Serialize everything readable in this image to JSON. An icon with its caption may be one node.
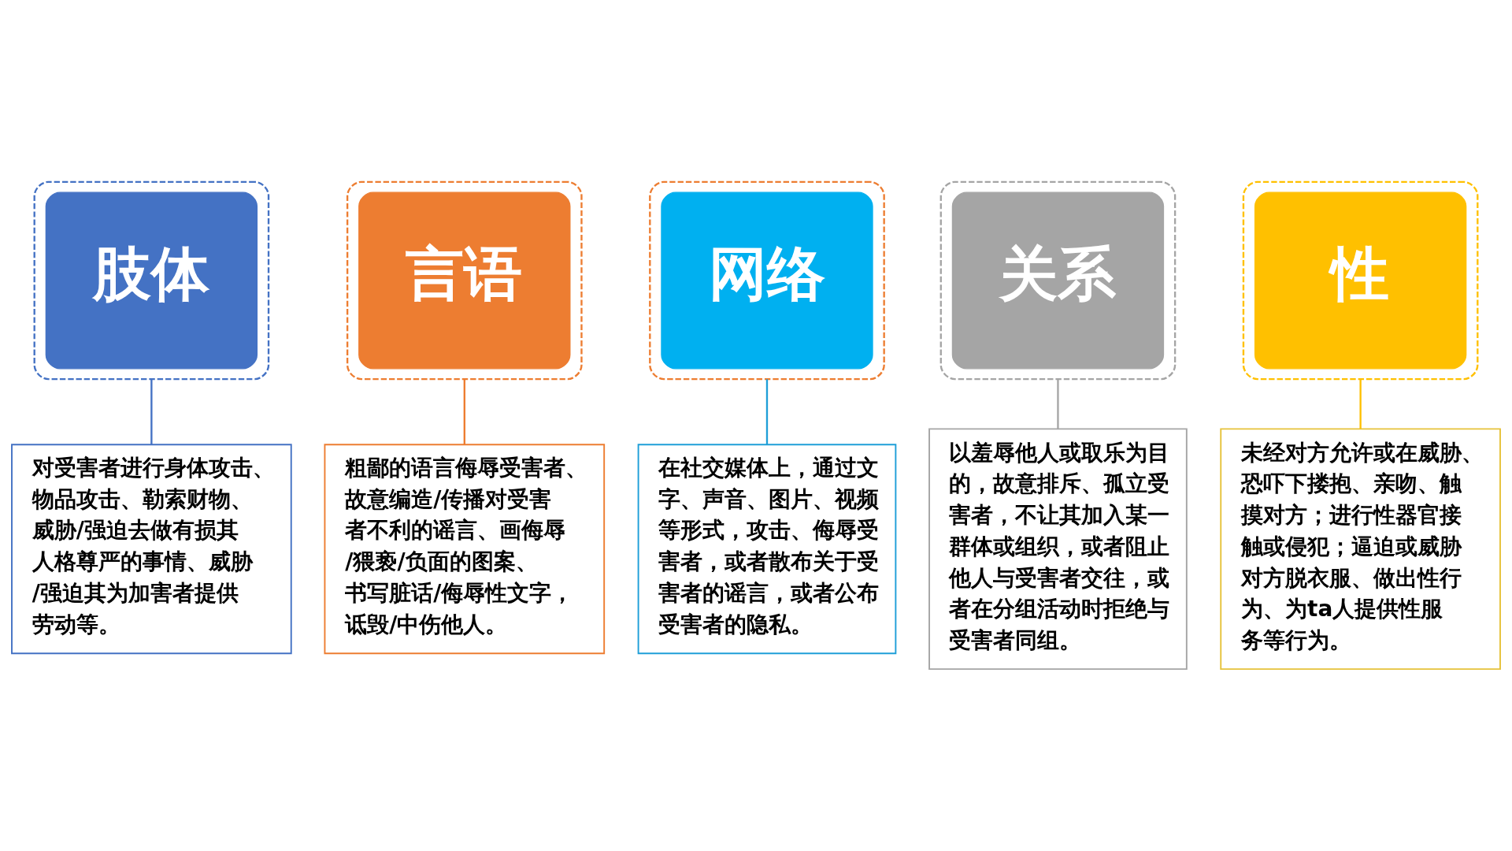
{
  "diagram": {
    "nodes": [
      {
        "text": [
          "对受害者进行身体攻击、物品攻击、勒索财物、威胁/强迫去做有损其人格尊严的事情、威胁/强迫其为加害者提供劳动等。"
        ]
      },
      {
        "text": [
          "肢体"
        ]
      },
      {
        "text": [
          "言语"
        ]
      },
      {
        "text": [
          "粗鄙的语言侮辱受害者、故意编造/传播对受害者不利的谣言、画侮辱/猥亵/负面的图案、书写脏话/侮辱性文字，诋毁/中伤他人。"
        ]
      },
      {
        "text": [
          "网络"
        ]
      },
      {
        "text": [
          "以羞辱他人或取乐为目的，故意排斥、孤立受害者，不让其加入某一群体或组织，或者阻止他人与受害者交往，或者在分组活动时拒绝与受害者同组。"
        ]
      },
      {
        "text": [
          "关系"
        ]
      },
      {
        "text": [
          "性"
        ]
      },
      {
        "text": [
          "未经对方允许或在威胁、恐吓下搂抱、亲吻、触摸对方；进行性器官接触或侵犯；逼迫或威胁对方脱衣服、做出性行为、为ta人提供性服务等行为。"
        ]
      },
      {
        "text": [
          "在社交媒体上，通过文字、声音、图片、视频等形式，攻击、侮辱受害者，或者散布关于受害者的谣言，或者公布受害者的隐私。"
        ]
      }
    ],
    "edges": [
      {
        "from": 0,
        "to": 1,
        "arrow": "none",
        "color": "#4472c4"
      },
      {
        "from": 3,
        "to": 2,
        "arrow": "none",
        "color": "#ed7d31"
      },
      {
        "from": 9,
        "to": 4,
        "arrow": "none",
        "color": "#1f9fd8"
      },
      {
        "from": 5,
        "to": 6,
        "arrow": "none",
        "color": "#a5a5a5"
      },
      {
        "from": 8,
        "to": 7,
        "arrow": "none",
        "color": "#ffc000"
      }
    ]
  }
}
